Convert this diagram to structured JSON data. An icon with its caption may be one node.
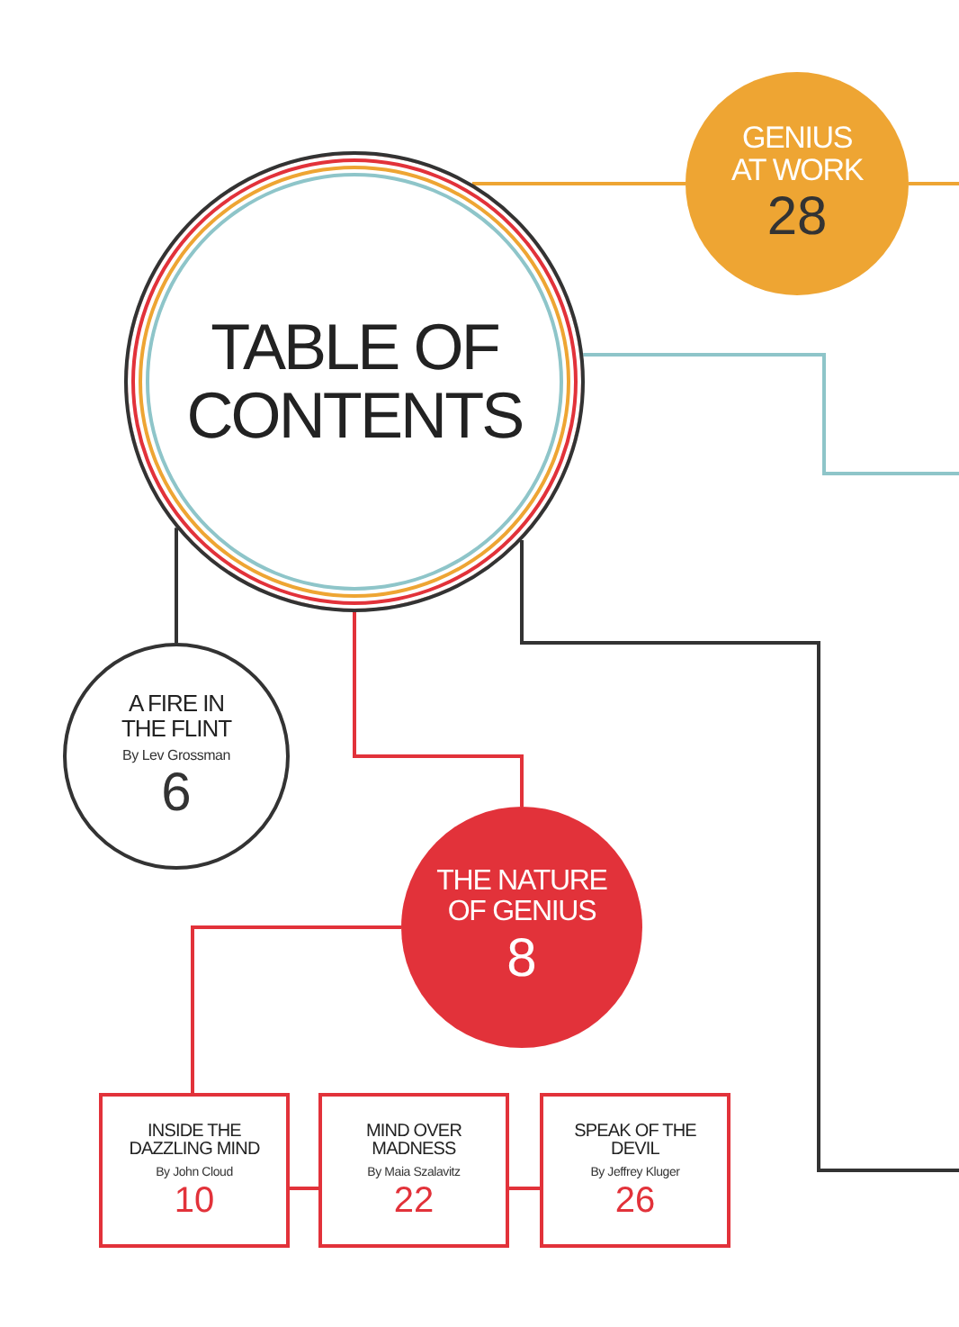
{
  "diagram": {
    "nodes": [
      {
        "text": [
          "TABLE OF CONTENTS"
        ]
      },
      {
        "text": [
          "GENIUS AT WORK",
          "28"
        ]
      },
      {
        "text": [
          "A FIRE IN THE FLINT",
          "By Lev Grossman",
          "6"
        ]
      },
      {
        "text": [
          "THE NATURE OF GENIUS",
          "8"
        ]
      },
      {
        "text": [
          "INSIDE THE DAZZLING MIND",
          "By John Cloud",
          "10"
        ]
      },
      {
        "text": [
          "MIND OVER MADNESS",
          "By Maia Szalavitz",
          "22"
        ]
      },
      {
        "text": [
          "SPEAK OF THE DEVIL",
          "By Jeffrey Kluger",
          "26"
        ]
      }
    ],
    "edges": [
      {
        "from": 0,
        "to": 1,
        "arrow": "none",
        "color": "#eea533"
      },
      {
        "from": 1,
        "to": null,
        "arrow": "none",
        "color": "#eea533"
      },
      {
        "from": 0,
        "to": null,
        "arrow": "none",
        "color": "#8ec5c9"
      },
      {
        "from": 0,
        "to": null,
        "arrow": "none",
        "color": "#333333"
      },
      {
        "from": 0,
        "to": 2,
        "arrow": "none",
        "color": "#333333"
      },
      {
        "from": 0,
        "to": 3,
        "arrow": "none"
      },
      {
        "from": 3,
        "to": 4,
        "arrow": "none"
      },
      {
        "from": 4,
        "to": 5,
        "arrow": "none"
      },
      {
        "from": 5,
        "to": 6,
        "arrow": "none"
      }
    ]
  }
}
